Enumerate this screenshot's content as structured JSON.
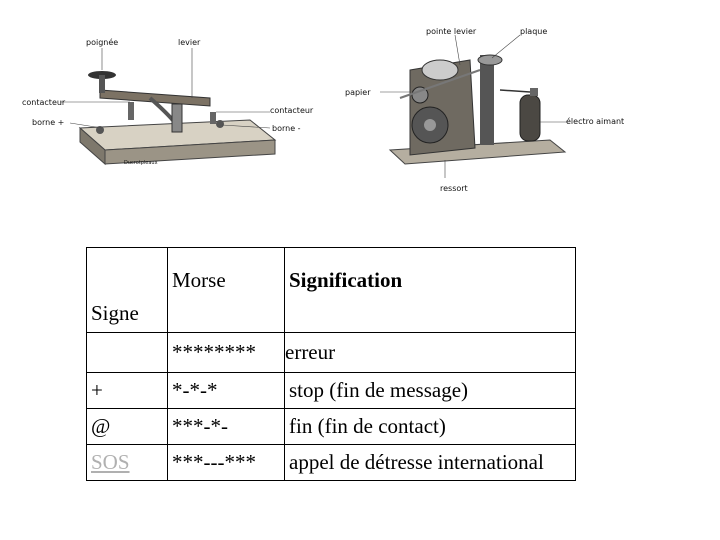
{
  "left_figure": {
    "labels": {
      "poignee": "poignée",
      "levier": "levier",
      "contacteur_left": "contacteur",
      "borne_plus": "borne +",
      "contacteur_right": "contacteur",
      "borne_minus": "borne -",
      "caption": "Ducrotpleaux"
    }
  },
  "right_figure": {
    "labels": {
      "pointe_levier": "pointe levier",
      "plaque": "plaque",
      "papier": "papier",
      "electro_aimant": "électro aimant",
      "ressort": "ressort"
    }
  },
  "table": {
    "headers": {
      "signe": "Signe",
      "morse": "Morse",
      "signification": "Signification"
    },
    "rows": [
      {
        "signe": "",
        "morse": "********",
        "signification": "erreur"
      },
      {
        "signe": "+",
        "morse": "*-*-*",
        "signification": "stop (fin de message)"
      },
      {
        "signe": "@",
        "morse": "***-*-",
        "signification": "fin (fin de contact)"
      },
      {
        "signe": "SOS",
        "morse": "***---***",
        "signification": "appel de détresse international"
      }
    ]
  }
}
